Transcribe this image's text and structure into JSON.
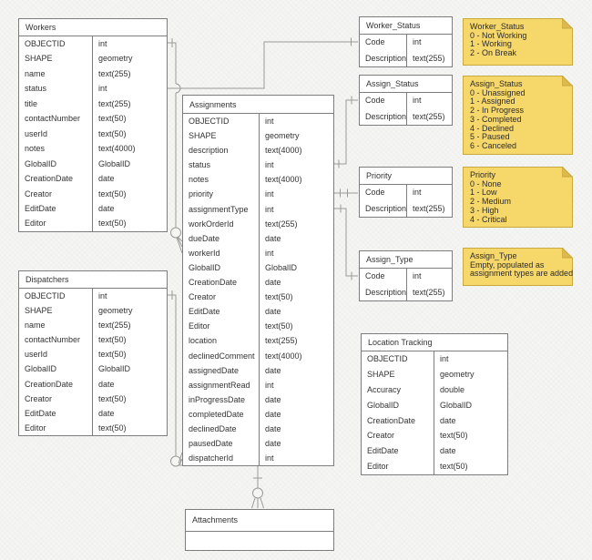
{
  "canvas": {
    "background": "#f5f5f3",
    "connector_color": "#9a9a9a",
    "table_border_color": "#7d7d7d",
    "table_fill_color": "#ffffff",
    "note_fill_color": "#f6d76a",
    "note_border_color": "#c9a83f",
    "note_fold_color": "#ddb94e",
    "text_color": "#333333"
  },
  "tables": {
    "workers": {
      "title": "Workers",
      "fields": [
        [
          "OBJECTID",
          "int"
        ],
        [
          "SHAPE",
          "geometry"
        ],
        [
          "name",
          "text(255)"
        ],
        [
          "status",
          "int"
        ],
        [
          "title",
          "text(255)"
        ],
        [
          "contactNumber",
          "text(50)"
        ],
        [
          "userId",
          "text(50)"
        ],
        [
          "notes",
          "text(4000)"
        ],
        [
          "GlobalID",
          "GlobalID"
        ],
        [
          "CreationDate",
          "date"
        ],
        [
          "Creator",
          "text(50)"
        ],
        [
          "EditDate",
          "date"
        ],
        [
          "Editor",
          "text(50)"
        ]
      ]
    },
    "dispatchers": {
      "title": "Dispatchers",
      "fields": [
        [
          "OBJECTID",
          "int"
        ],
        [
          "SHAPE",
          "geometry"
        ],
        [
          "name",
          "text(255)"
        ],
        [
          "contactNumber",
          "text(50)"
        ],
        [
          "userId",
          "text(50)"
        ],
        [
          "GlobalID",
          "GlobalID"
        ],
        [
          "CreationDate",
          "date"
        ],
        [
          "Creator",
          "text(50)"
        ],
        [
          "EditDate",
          "date"
        ],
        [
          "Editor",
          "text(50)"
        ]
      ]
    },
    "assignments": {
      "title": "Assignments",
      "fields": [
        [
          "OBJECTID",
          "int"
        ],
        [
          "SHAPE",
          "geometry"
        ],
        [
          "description",
          "text(4000)"
        ],
        [
          "status",
          "int"
        ],
        [
          "notes",
          "text(4000)"
        ],
        [
          "priority",
          "int"
        ],
        [
          "assignmentType",
          "int"
        ],
        [
          "workOrderId",
          "text(255)"
        ],
        [
          "dueDate",
          "date"
        ],
        [
          "workerId",
          "int"
        ],
        [
          "GlobalID",
          "GlobalID"
        ],
        [
          "CreationDate",
          "date"
        ],
        [
          "Creator",
          "text(50)"
        ],
        [
          "EditDate",
          "date"
        ],
        [
          "Editor",
          "text(50)"
        ],
        [
          "location",
          "text(255)"
        ],
        [
          "declinedComment",
          "text(4000)"
        ],
        [
          "assignedDate",
          "date"
        ],
        [
          "assignmentRead",
          "int"
        ],
        [
          "inProgressDate",
          "date"
        ],
        [
          "completedDate",
          "date"
        ],
        [
          "declinedDate",
          "date"
        ],
        [
          "pausedDate",
          "date"
        ],
        [
          "dispatcherId",
          "int"
        ]
      ]
    },
    "worker_status": {
      "title": "Worker_Status",
      "fields": [
        [
          "Code",
          "int"
        ],
        [
          "Description",
          "text(255)"
        ]
      ]
    },
    "assign_status": {
      "title": "Assign_Status",
      "fields": [
        [
          "Code",
          "int"
        ],
        [
          "Description",
          "text(255)"
        ]
      ]
    },
    "priority": {
      "title": "Priority",
      "fields": [
        [
          "Code",
          "int"
        ],
        [
          "Description",
          "text(255)"
        ]
      ]
    },
    "assign_type": {
      "title": "Assign_Type",
      "fields": [
        [
          "Code",
          "int"
        ],
        [
          "Description",
          "text(255)"
        ]
      ]
    },
    "location_tracking": {
      "title": "Location Tracking",
      "fields": [
        [
          "OBJECTID",
          "int"
        ],
        [
          "SHAPE",
          "geometry"
        ],
        [
          "Accuracy",
          "double"
        ],
        [
          "GlobalID",
          "GlobalID"
        ],
        [
          "CreationDate",
          "date"
        ],
        [
          "Creator",
          "text(50)"
        ],
        [
          "EditDate",
          "date"
        ],
        [
          "Editor",
          "text(50)"
        ]
      ]
    },
    "attachments": {
      "title": "Attachments"
    }
  },
  "notes": {
    "worker_status": {
      "title": "Worker_Status",
      "lines": [
        "0 - Not Working",
        "1 - Working",
        "2 - On Break"
      ]
    },
    "assign_status": {
      "title": "Assign_Status",
      "lines": [
        "0 - Unassigned",
        "1 - Assigned",
        "2 - In Progress",
        "3 - Completed",
        "4 - Declined",
        "5 - Paused",
        "6 - Canceled"
      ]
    },
    "priority": {
      "title": "Priority",
      "lines": [
        "0 - None",
        "1 - Low",
        "2 - Medium",
        "3 - High",
        "4 - Critical"
      ]
    },
    "assign_type": {
      "title": "Assign_Type",
      "lines": [
        "Empty, populated as",
        "assignment types are added"
      ]
    }
  },
  "relationships": [
    {
      "from": "Workers.OBJECTID",
      "to": "Assignments.workerId",
      "from_end": "one",
      "to_end": "zero-or-many"
    },
    {
      "from": "Workers.status",
      "to": "Worker_Status.Code",
      "to_end": "one"
    },
    {
      "from": "Dispatchers.OBJECTID",
      "to": "Assignments.dispatcherId",
      "from_end": "one",
      "to_end": "zero-or-many"
    },
    {
      "from": "Assignments.status",
      "to": "Assign_Status.Code",
      "from_end": "one",
      "to_end": "one"
    },
    {
      "from": "Assignments.priority",
      "to": "Priority.Code",
      "from_end": "one",
      "to_end": "one"
    },
    {
      "from": "Assignments.assignmentType",
      "to": "Assign_Type.Code",
      "from_end": "one",
      "to_end": "one"
    },
    {
      "from": "Assignments",
      "to": "Attachments",
      "from_end": "one",
      "to_end": "zero-or-many"
    }
  ]
}
